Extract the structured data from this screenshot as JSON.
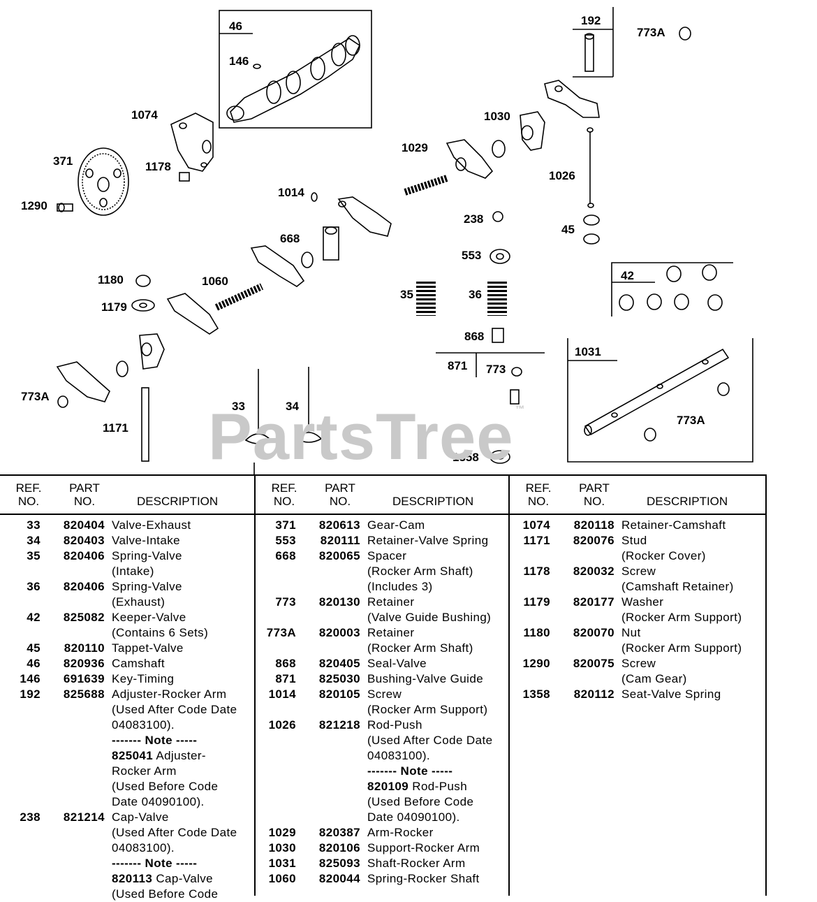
{
  "diagram": {
    "callouts": [
      "46",
      "146",
      "192",
      "773A",
      "1074",
      "371",
      "1178",
      "1290",
      "1030",
      "1029",
      "1026",
      "1014",
      "668",
      "238",
      "45",
      "553",
      "1180",
      "1060",
      "35",
      "36",
      "42",
      "1179",
      "868",
      "871",
      "773",
      "1031",
      "773A",
      "773A",
      "1171",
      "33",
      "34",
      "1358"
    ]
  },
  "watermark": {
    "text": "PartsTree",
    "mark": "™"
  },
  "table": {
    "headers": {
      "ref": "REF.\nNO.",
      "part": "PART\nNO.",
      "desc": "DESCRIPTION"
    },
    "columns": [
      [
        {
          "ref": "33",
          "part": "820404",
          "desc": "Valve-Exhaust"
        },
        {
          "ref": "34",
          "part": "820403",
          "desc": "Valve-Intake"
        },
        {
          "ref": "35",
          "part": "820406",
          "desc": "Spring-Valve"
        },
        {
          "ref": "",
          "part": "",
          "desc": "(Intake)"
        },
        {
          "ref": "36",
          "part": "820406",
          "desc": "Spring-Valve"
        },
        {
          "ref": "",
          "part": "",
          "desc": "(Exhaust)"
        },
        {
          "ref": "42",
          "part": "825082",
          "desc": "Keeper-Valve"
        },
        {
          "ref": "",
          "part": "",
          "desc": "(Contains 6 Sets)"
        },
        {
          "ref": "45",
          "part": "820110",
          "desc": "Tappet-Valve"
        },
        {
          "ref": "46",
          "part": "820936",
          "desc": "Camshaft"
        },
        {
          "ref": "146",
          "part": "691639",
          "desc": "Key-Timing"
        },
        {
          "ref": "192",
          "part": "825688",
          "desc": "Adjuster-Rocker Arm"
        },
        {
          "ref": "",
          "part": "",
          "desc": "(Used After Code Date"
        },
        {
          "ref": "",
          "part": "",
          "desc": "04083100)."
        },
        {
          "ref": "",
          "part": "",
          "bold": "------- Note -----"
        },
        {
          "ref": "",
          "part": "",
          "bold": "825041",
          "desc": " Adjuster-"
        },
        {
          "ref": "",
          "part": "",
          "desc": "Rocker Arm"
        },
        {
          "ref": "",
          "part": "",
          "desc": "(Used Before Code"
        },
        {
          "ref": "",
          "part": "",
          "desc": "Date 04090100)."
        },
        {
          "ref": "238",
          "part": "821214",
          "desc": "Cap-Valve"
        },
        {
          "ref": "",
          "part": "",
          "desc": "(Used After Code Date"
        },
        {
          "ref": "",
          "part": "",
          "desc": "04083100)."
        },
        {
          "ref": "",
          "part": "",
          "bold": "------- Note -----"
        },
        {
          "ref": "",
          "part": "",
          "bold": "820113",
          "desc": " Cap-Valve"
        },
        {
          "ref": "",
          "part": "",
          "desc": "(Used Before Code"
        }
      ],
      [
        {
          "ref": "371",
          "part": "820613",
          "desc": "Gear-Cam"
        },
        {
          "ref": "553",
          "part": "820111",
          "desc": "Retainer-Valve Spring"
        },
        {
          "ref": "668",
          "part": "820065",
          "desc": "Spacer"
        },
        {
          "ref": "",
          "part": "",
          "desc": "(Rocker Arm Shaft)"
        },
        {
          "ref": "",
          "part": "",
          "desc": "(Includes 3)"
        },
        {
          "ref": "773",
          "part": "820130",
          "desc": "Retainer"
        },
        {
          "ref": "",
          "part": "",
          "desc": "(Valve Guide Bushing)"
        },
        {
          "ref": "773A",
          "part": "820003",
          "desc": "Retainer"
        },
        {
          "ref": "",
          "part": "",
          "desc": "(Rocker Arm Shaft)"
        },
        {
          "ref": "868",
          "part": "820405",
          "desc": "Seal-Valve"
        },
        {
          "ref": "871",
          "part": "825030",
          "desc": "Bushing-Valve Guide"
        },
        {
          "ref": "1014",
          "part": "820105",
          "desc": "Screw"
        },
        {
          "ref": "",
          "part": "",
          "desc": "(Rocker Arm Support)"
        },
        {
          "ref": "1026",
          "part": "821218",
          "desc": "Rod-Push"
        },
        {
          "ref": "",
          "part": "",
          "desc": "(Used After Code Date"
        },
        {
          "ref": "",
          "part": "",
          "desc": "04083100)."
        },
        {
          "ref": "",
          "part": "",
          "bold": "------- Note -----"
        },
        {
          "ref": "",
          "part": "",
          "bold": "820109",
          "desc": " Rod-Push"
        },
        {
          "ref": "",
          "part": "",
          "desc": "(Used Before Code"
        },
        {
          "ref": "",
          "part": "",
          "desc": "Date 04090100)."
        },
        {
          "ref": "1029",
          "part": "820387",
          "desc": "Arm-Rocker"
        },
        {
          "ref": "1030",
          "part": "820106",
          "desc": "Support-Rocker Arm"
        },
        {
          "ref": "1031",
          "part": "825093",
          "desc": "Shaft-Rocker Arm"
        },
        {
          "ref": "1060",
          "part": "820044",
          "desc": "Spring-Rocker Shaft"
        }
      ],
      [
        {
          "ref": "1074",
          "part": "820118",
          "desc": "Retainer-Camshaft"
        },
        {
          "ref": "1171",
          "part": "820076",
          "desc": "Stud"
        },
        {
          "ref": "",
          "part": "",
          "desc": "(Rocker Cover)"
        },
        {
          "ref": "1178",
          "part": "820032",
          "desc": "Screw"
        },
        {
          "ref": "",
          "part": "",
          "desc": "(Camshaft  Retainer)"
        },
        {
          "ref": "1179",
          "part": "820177",
          "desc": "Washer"
        },
        {
          "ref": "",
          "part": "",
          "desc": "(Rocker Arm Support)"
        },
        {
          "ref": "1180",
          "part": "820070",
          "desc": "Nut"
        },
        {
          "ref": "",
          "part": "",
          "desc": "(Rocker Arm Support)"
        },
        {
          "ref": "1290",
          "part": "820075",
          "desc": "Screw"
        },
        {
          "ref": "",
          "part": "",
          "desc": "(Cam Gear)"
        },
        {
          "ref": "1358",
          "part": "820112",
          "desc": "Seat-Valve Spring"
        }
      ]
    ]
  }
}
